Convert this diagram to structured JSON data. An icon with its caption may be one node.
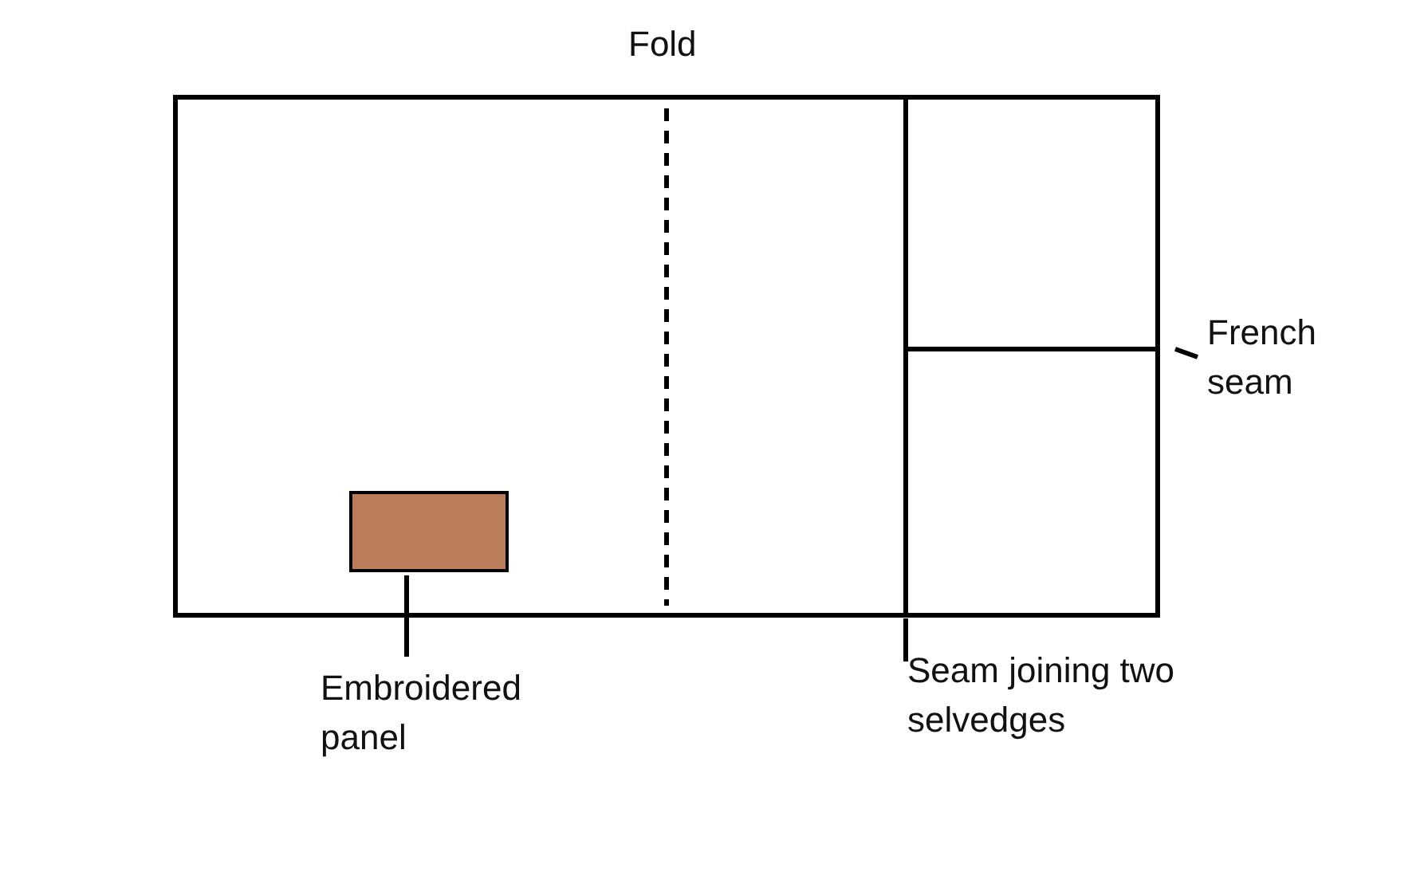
{
  "diagram": {
    "nodes": [
      {
        "text": [
          "Embroidered panel"
        ]
      },
      {
        "text": [],
        "shape": "box"
      },
      {
        "text": [
          "French seam"
        ]
      },
      {
        "text": [
          "Seam joining two selvedges"
        ]
      }
    ],
    "edges": [
      {
        "from": 0,
        "to": 1,
        "arrow": "none"
      },
      {
        "from": 2,
        "to": null,
        "arrow": "none"
      },
      {
        "from": 3,
        "to": null,
        "arrow": "none"
      }
    ],
    "labels": [
      "Fold"
    ]
  }
}
